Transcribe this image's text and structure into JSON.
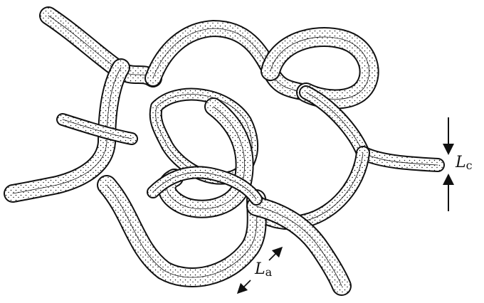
{
  "labels": {
    "lc_main": "L",
    "lc_sub": "c",
    "la_main": "L",
    "la_sub": "a"
  },
  "colors": {
    "ink": "#111111",
    "ribbon_fill": "#ffffff",
    "background": "#ffffff"
  }
}
